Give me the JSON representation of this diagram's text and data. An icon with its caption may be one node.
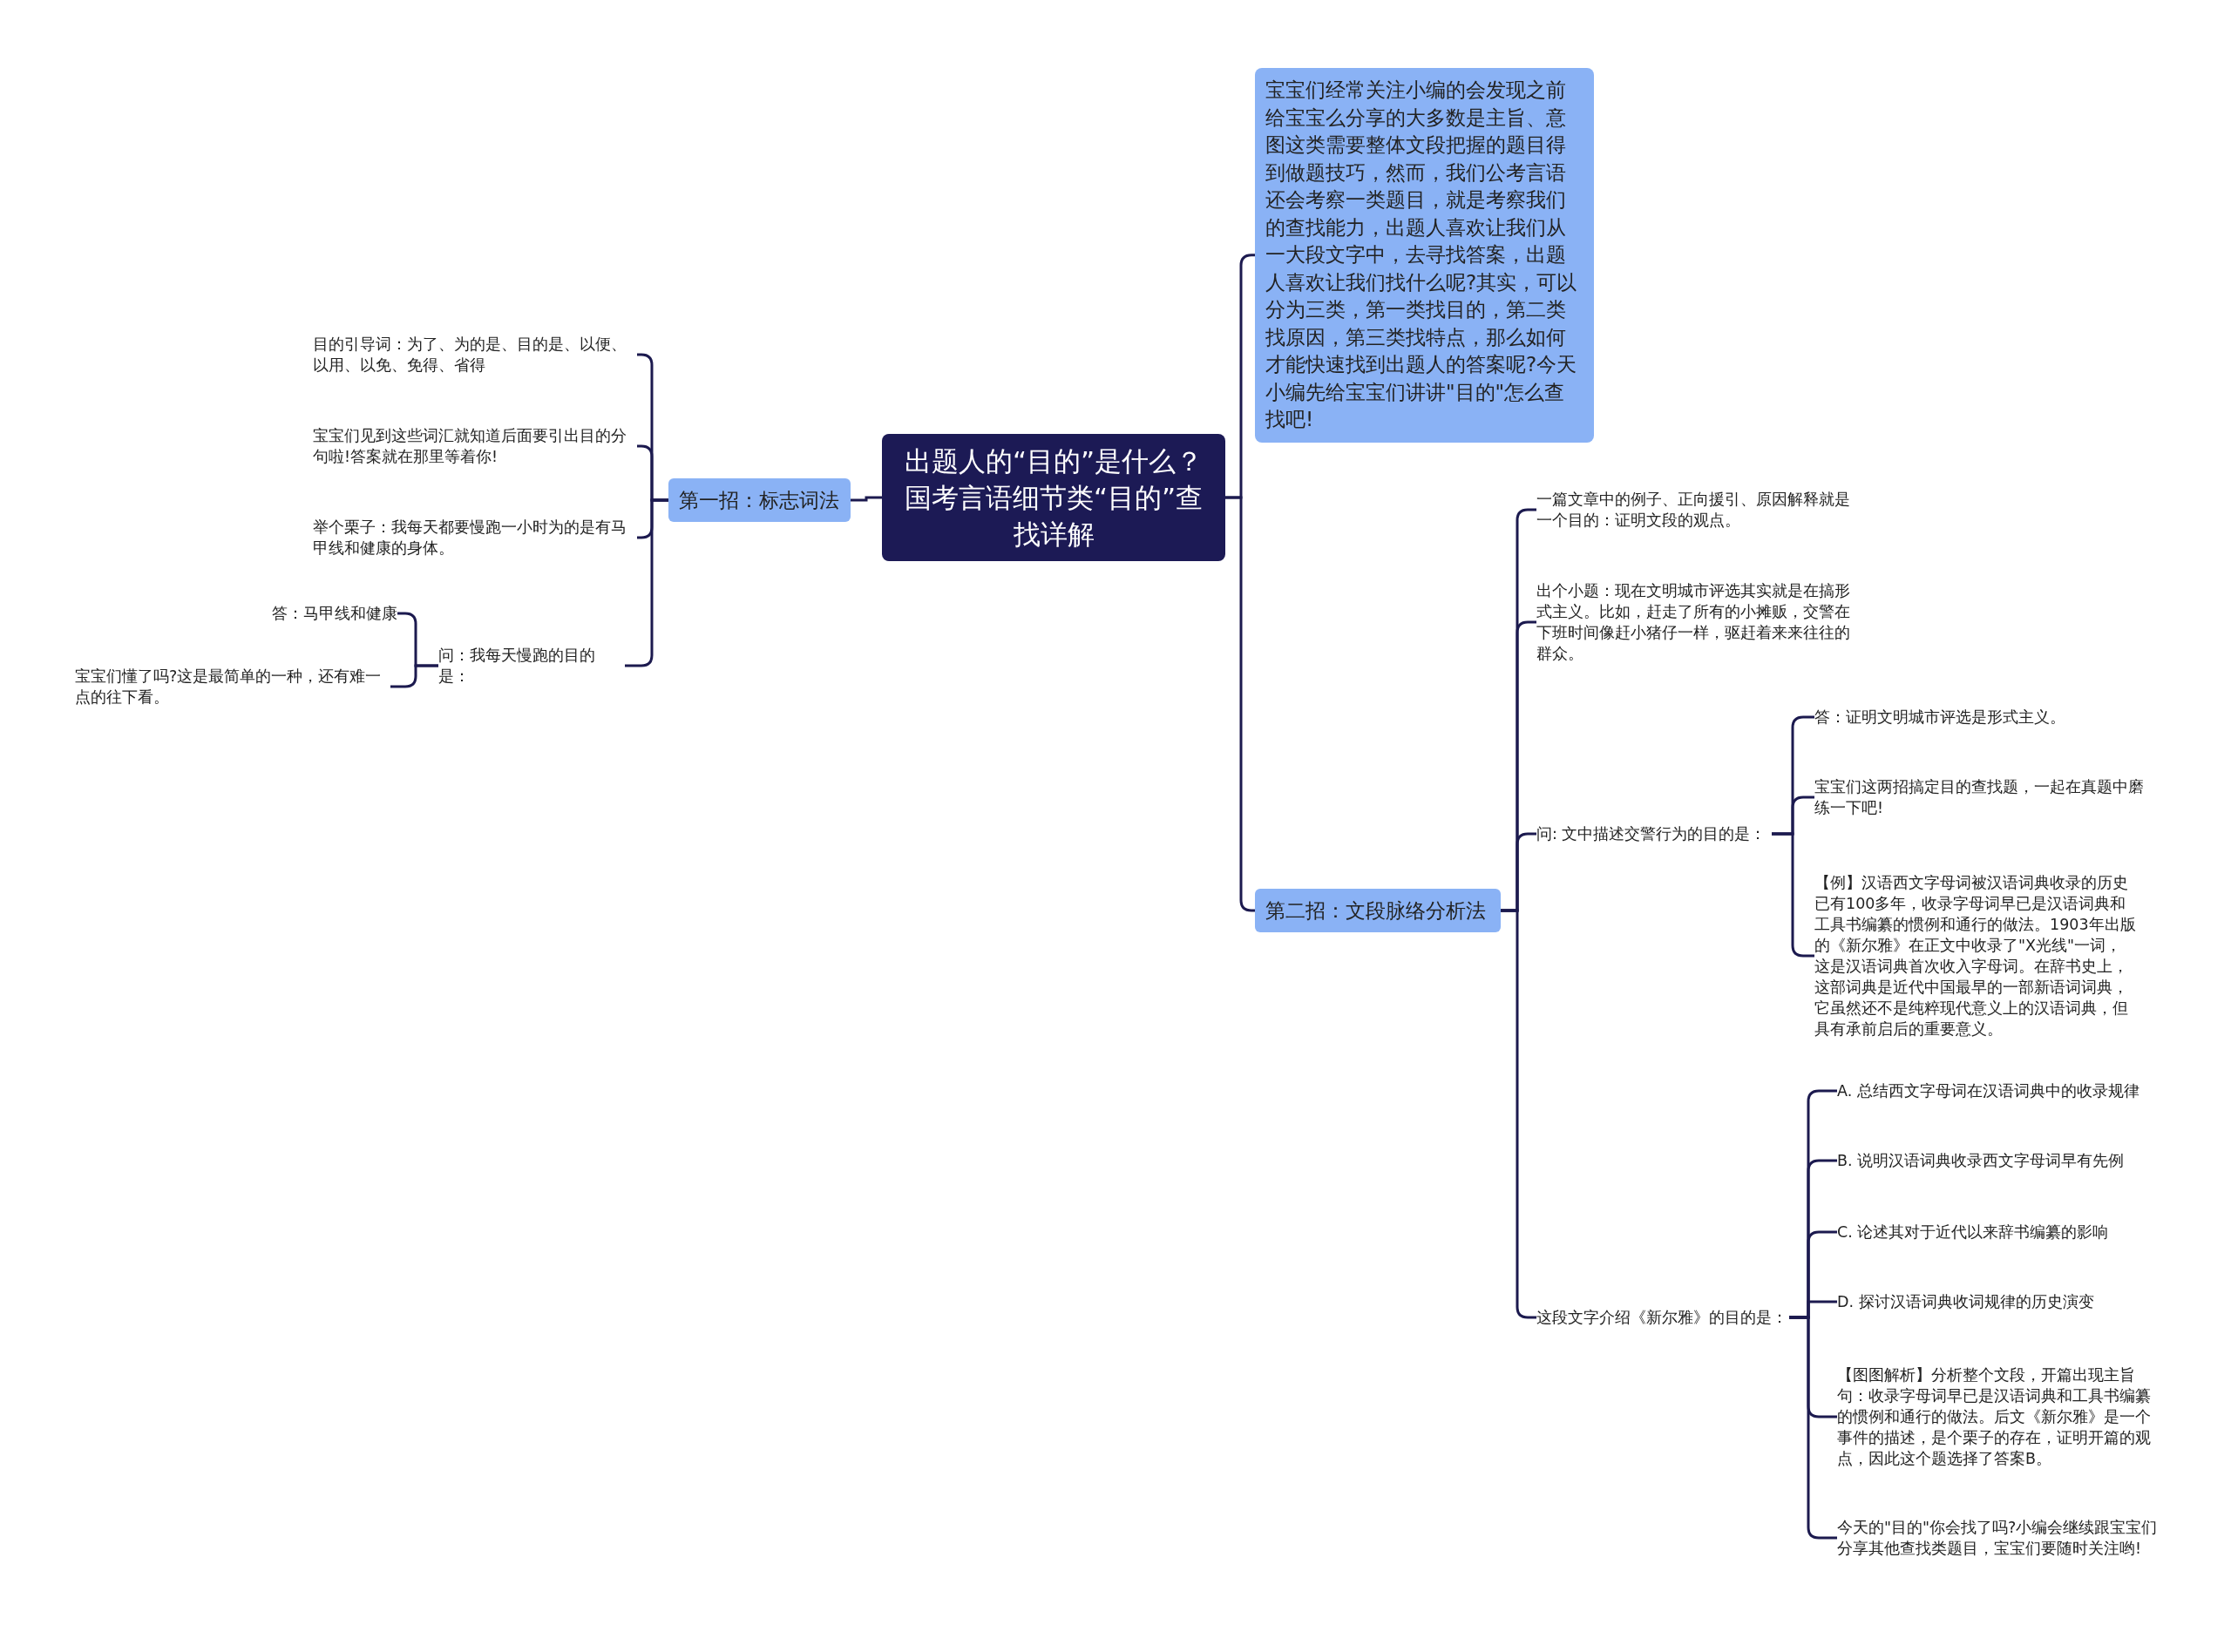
{
  "diagram": {
    "nodes": [
      {
        "text": [
          "出题人的“目的”是什么？国考言语细节类“目的”查找详解"
        ]
      },
      {
        "text": [
          "第一招：标志词法"
        ]
      },
      {
        "text": [
          "宝宝们经常关注小编的会发现之前给宝宝么分享的大多数是主旨、意图这类需要整体文段把握的题目得到做题技巧，然而，我们公考言语还会考察一类题目，就是考察我们的查找能力，出题人喜欢让我们从一大段文字中，去寻找答案，出题人喜欢让我们找什么呢?其实，可以分为三类，第一类找目的，第二类找原因，第三类找特点，那么如何才能快速找到出题人的答案呢?今天小编先给宝宝们讲讲\"目的\"怎么查找吧!"
        ]
      },
      {
        "text": [
          "第二招：文段脉络分析法"
        ]
      },
      {
        "text": [
          "目的引导词：为了、为的是、目的是、以便、以用、以免、免得、省得"
        ]
      },
      {
        "text": [
          "宝宝们见到这些词汇就知道后面要引出目的分句啦!答案就在那里等着你!"
        ]
      },
      {
        "text": [
          "举个栗子：我每天都要慢跑一小时为的是有马甲线和健康的身体。"
        ]
      },
      {
        "text": [
          "问：我每天慢跑的目的是："
        ]
      },
      {
        "text": [
          "答：马甲线和健康"
        ]
      },
      {
        "text": [
          "宝宝们懂了吗?这是最简单的一种，还有难一点的往下看。"
        ]
      },
      {
        "text": [
          "一篇文章中的例子、正向援引、原因解释就是一个目的：证明文段的观点。"
        ]
      },
      {
        "text": [
          "出个小题：现在文明城市评选其实就是在搞形式主义。比如，赶走了所有的小摊贩，交警在下班时间像赶小猪仔一样，驱赶着来来往往的群众。"
        ]
      },
      {
        "text": [
          "问: 文中描述交警行为的目的是："
        ]
      },
      {
        "text": [
          "这段文字介绍《新尔雅》的目的是："
        ]
      },
      {
        "text": [
          "答：证明文明城市评选是形式主义。"
        ]
      },
      {
        "text": [
          "宝宝们这两招搞定目的查找题，一起在真题中磨练一下吧!"
        ]
      },
      {
        "text": [
          "【例】汉语西文字母词被汉语词典收录的历史已有100多年，收录字母词早已是汉语词典和工具书编纂的惯例和通行的做法。1903年出版的《新尔雅》在正文中收录了\"X光线\"一词，这是汉语词典首次收入字母词。在辞书史上，这部词典是近代中国最早的一部新语词词典，它虽然还不是纯粹现代意义上的汉语词典，但具有承前启后的重要意义。"
        ]
      },
      {
        "text": [
          "A. 总结西文字母词在汉语词典中的收录规律"
        ]
      },
      {
        "text": [
          "B. 说明汉语词典收录西文字母词早有先例"
        ]
      },
      {
        "text": [
          "C. 论述其对于近代以来辞书编纂的影响"
        ]
      },
      {
        "text": [
          "D. 探讨汉语词典收词规律的历史演变"
        ]
      },
      {
        "text": [
          "【图图解析】分析整个文段，开篇出现主旨句：收录字母词早已是汉语词典和工具书编纂的惯例和通行的做法。后文《新尔雅》是一个事件的描述，是个栗子的存在，证明开篇的观点，因此这个题选择了答案B。"
        ]
      },
      {
        "text": [
          "今天的\"目的\"你会找了吗?小编会继续跟宝宝们分享其他查找类题目，宝宝们要随时关注哟!"
        ]
      }
    ],
    "edges": [
      {
        "from": 0,
        "to": 1,
        "arrow": "none"
      },
      {
        "from": 0,
        "to": 2,
        "arrow": "none"
      },
      {
        "from": 0,
        "to": 3,
        "arrow": "none"
      },
      {
        "from": 1,
        "to": 4,
        "arrow": "none"
      },
      {
        "from": 1,
        "to": 5,
        "arrow": "none"
      },
      {
        "from": 1,
        "to": 6,
        "arrow": "none"
      },
      {
        "from": 1,
        "to": 7,
        "arrow": "none"
      },
      {
        "from": 7,
        "to": 8,
        "arrow": "none"
      },
      {
        "from": 7,
        "to": 9,
        "arrow": "none"
      },
      {
        "from": 3,
        "to": 10,
        "arrow": "none"
      },
      {
        "from": 3,
        "to": 11,
        "arrow": "none"
      },
      {
        "from": 3,
        "to": 12,
        "arrow": "none"
      },
      {
        "from": 3,
        "to": 13,
        "arrow": "none"
      },
      {
        "from": 12,
        "to": 14,
        "arrow": "none"
      },
      {
        "from": 12,
        "to": 15,
        "arrow": "none"
      },
      {
        "from": 12,
        "to": 16,
        "arrow": "none"
      },
      {
        "from": 13,
        "to": 17,
        "arrow": "none"
      },
      {
        "from": 13,
        "to": 18,
        "arrow": "none"
      },
      {
        "from": 13,
        "to": 19,
        "arrow": "none"
      },
      {
        "from": 13,
        "to": 20,
        "arrow": "none"
      },
      {
        "from": 13,
        "to": 21,
        "arrow": "none"
      },
      {
        "from": 13,
        "to": 22,
        "arrow": "none"
      }
    ]
  }
}
